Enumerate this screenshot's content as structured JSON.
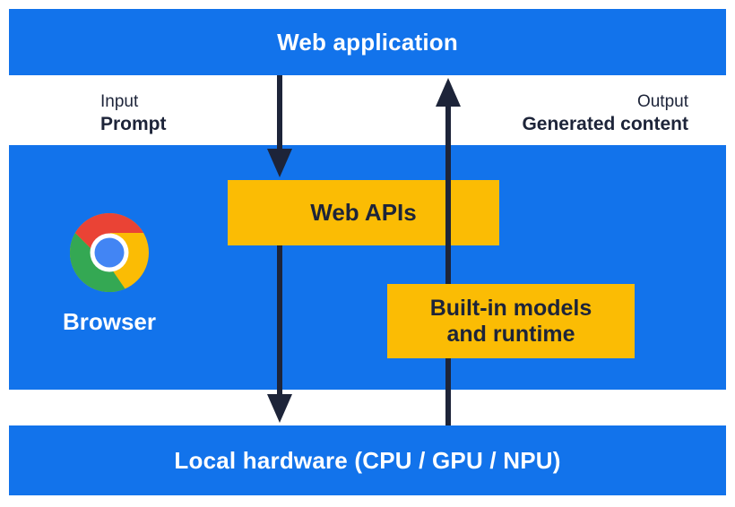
{
  "top_bar": {
    "label": "Web application"
  },
  "io_labels": {
    "input_title": "Input",
    "input_value": "Prompt",
    "output_title": "Output",
    "output_value": "Generated content"
  },
  "browser": {
    "label": "Browser",
    "logo": "chrome-logo"
  },
  "web_apis": {
    "label": "Web APIs"
  },
  "builtin": {
    "label_line1": "Built-in models",
    "label_line2": "and runtime"
  },
  "bottom_bar": {
    "label": "Local hardware (CPU / GPU / NPU)"
  },
  "arrows": {
    "down_input": "web-application to web-apis to local-hardware",
    "up_output": "local-hardware to built-in-models to web-application"
  },
  "colors": {
    "section_blue": "#1273EB",
    "box_yellow": "#FBBC04",
    "ink_navy": "#1D2439",
    "background": "#FFFFFF",
    "chrome_red": "#EA4335",
    "chrome_yellow": "#FBBC04",
    "chrome_green": "#34A853",
    "chrome_blue": "#4285F4"
  }
}
